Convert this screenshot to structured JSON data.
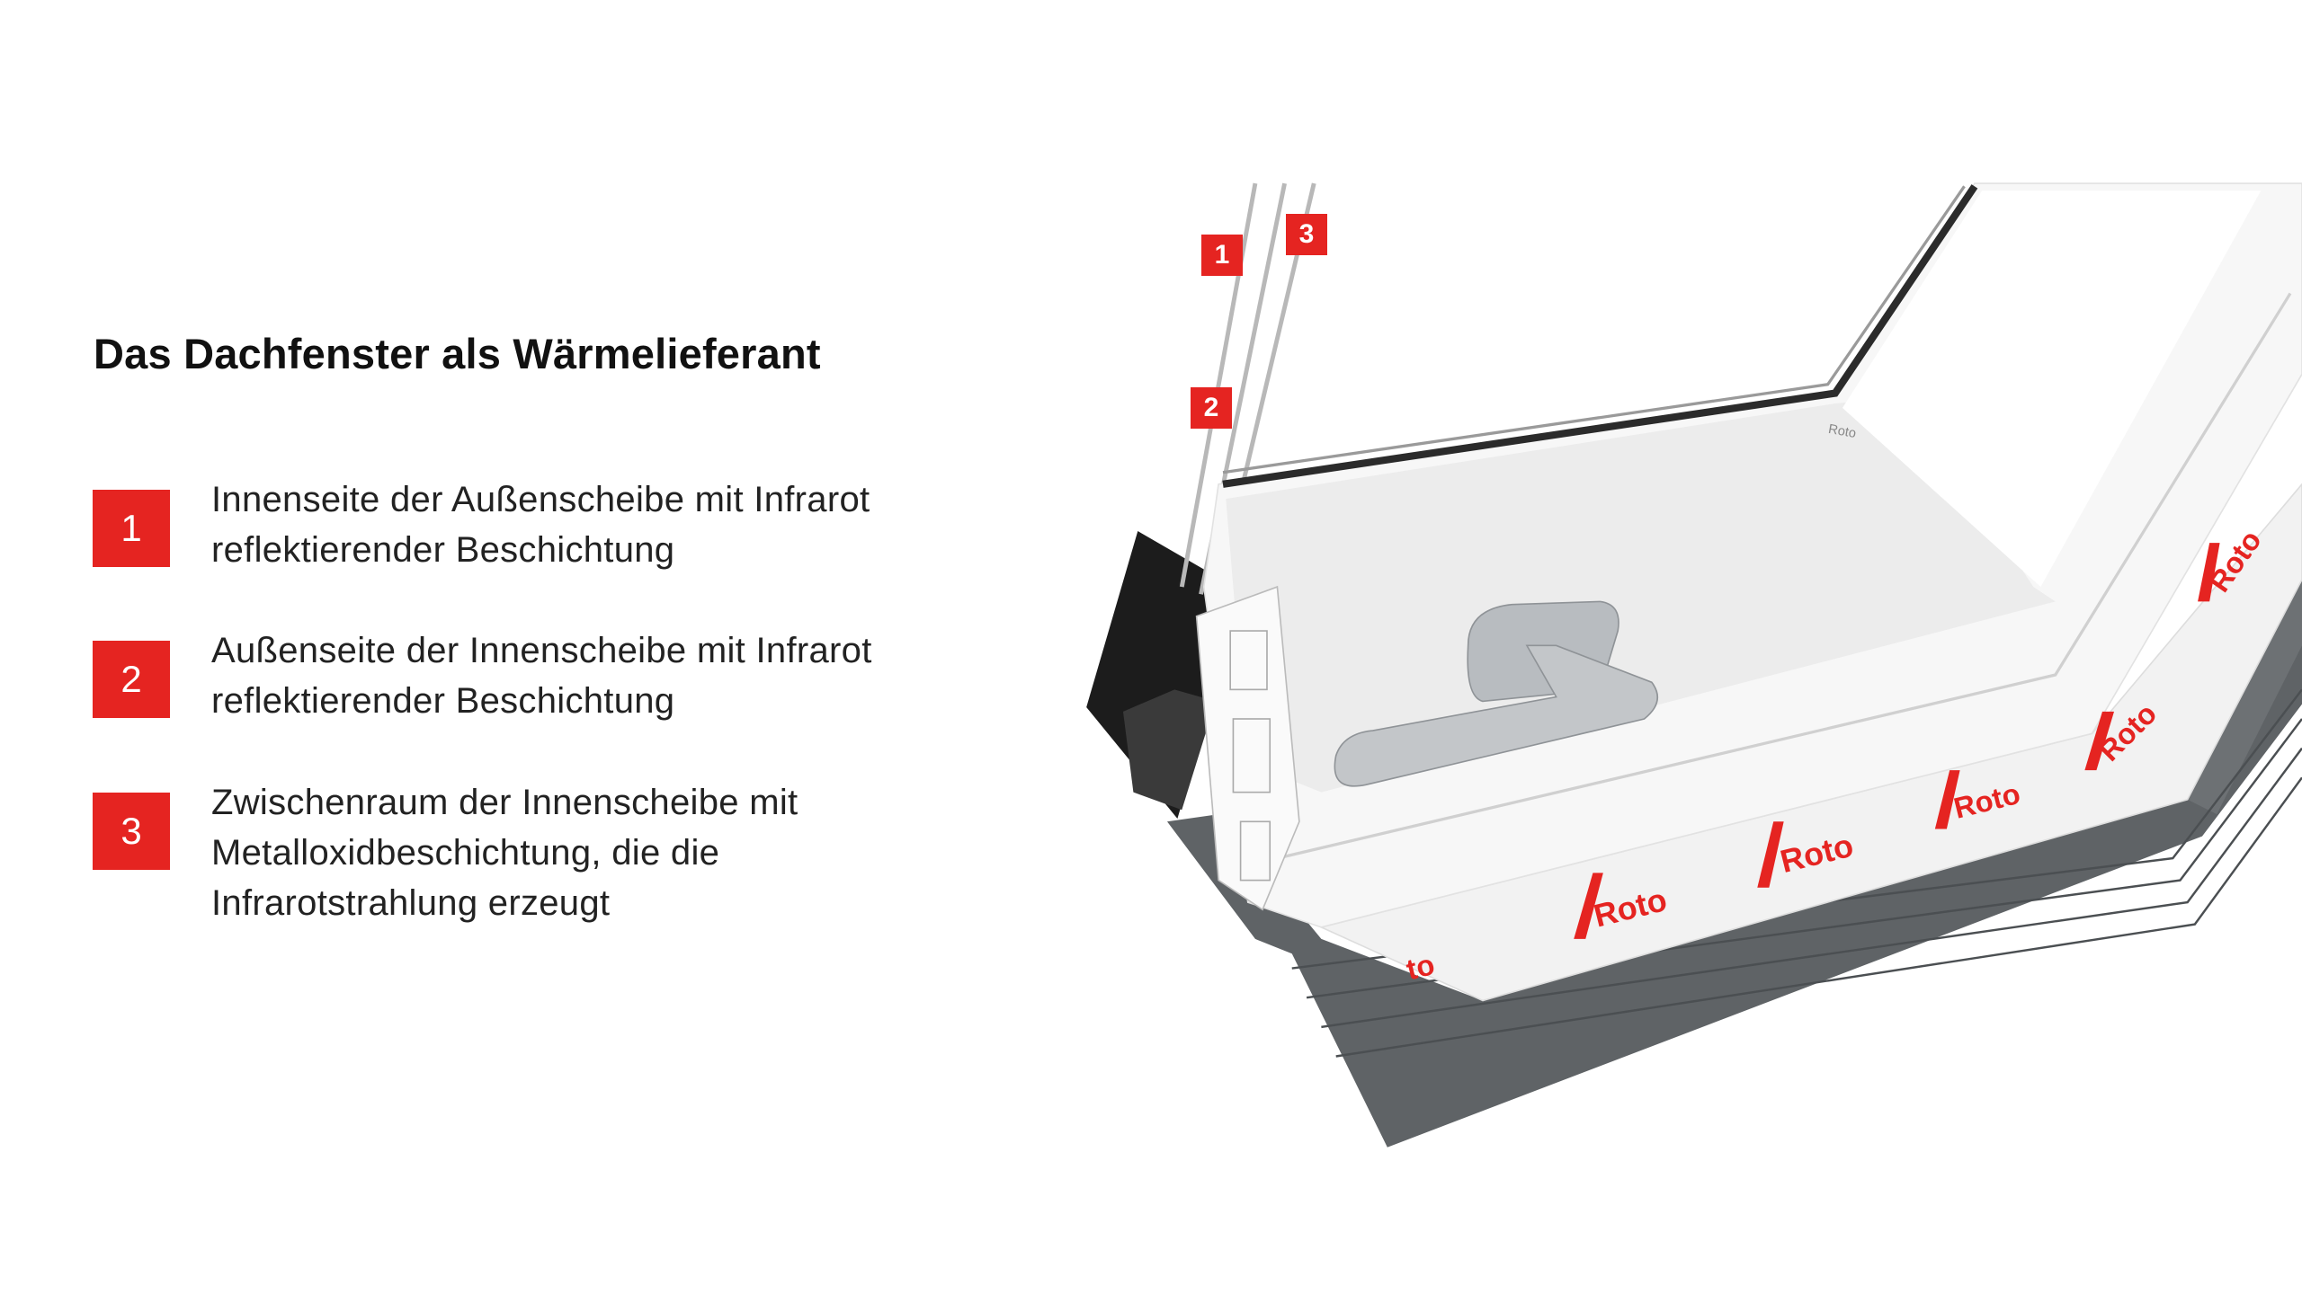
{
  "title": "Das Dachfenster als Wärmelieferant",
  "items": [
    {
      "number": "1",
      "text": "Innenseite der Außenscheibe mit Infrarot reflektierender Beschichtung"
    },
    {
      "number": "2",
      "text": "Außenseite der Innenscheibe mit Infrarot reflektierender Beschichtung"
    },
    {
      "number": "3",
      "text": "Zwischenraum der Innenscheibe mit Metalloxidbeschichtung, die die Infrarotstrahlung erzeugt"
    }
  ],
  "diagram_tags": [
    "1",
    "2",
    "3"
  ],
  "logo_text": "Roto",
  "colors": {
    "accent": "#e52421",
    "frame_gray": "#5f6366",
    "text": "#222222"
  }
}
